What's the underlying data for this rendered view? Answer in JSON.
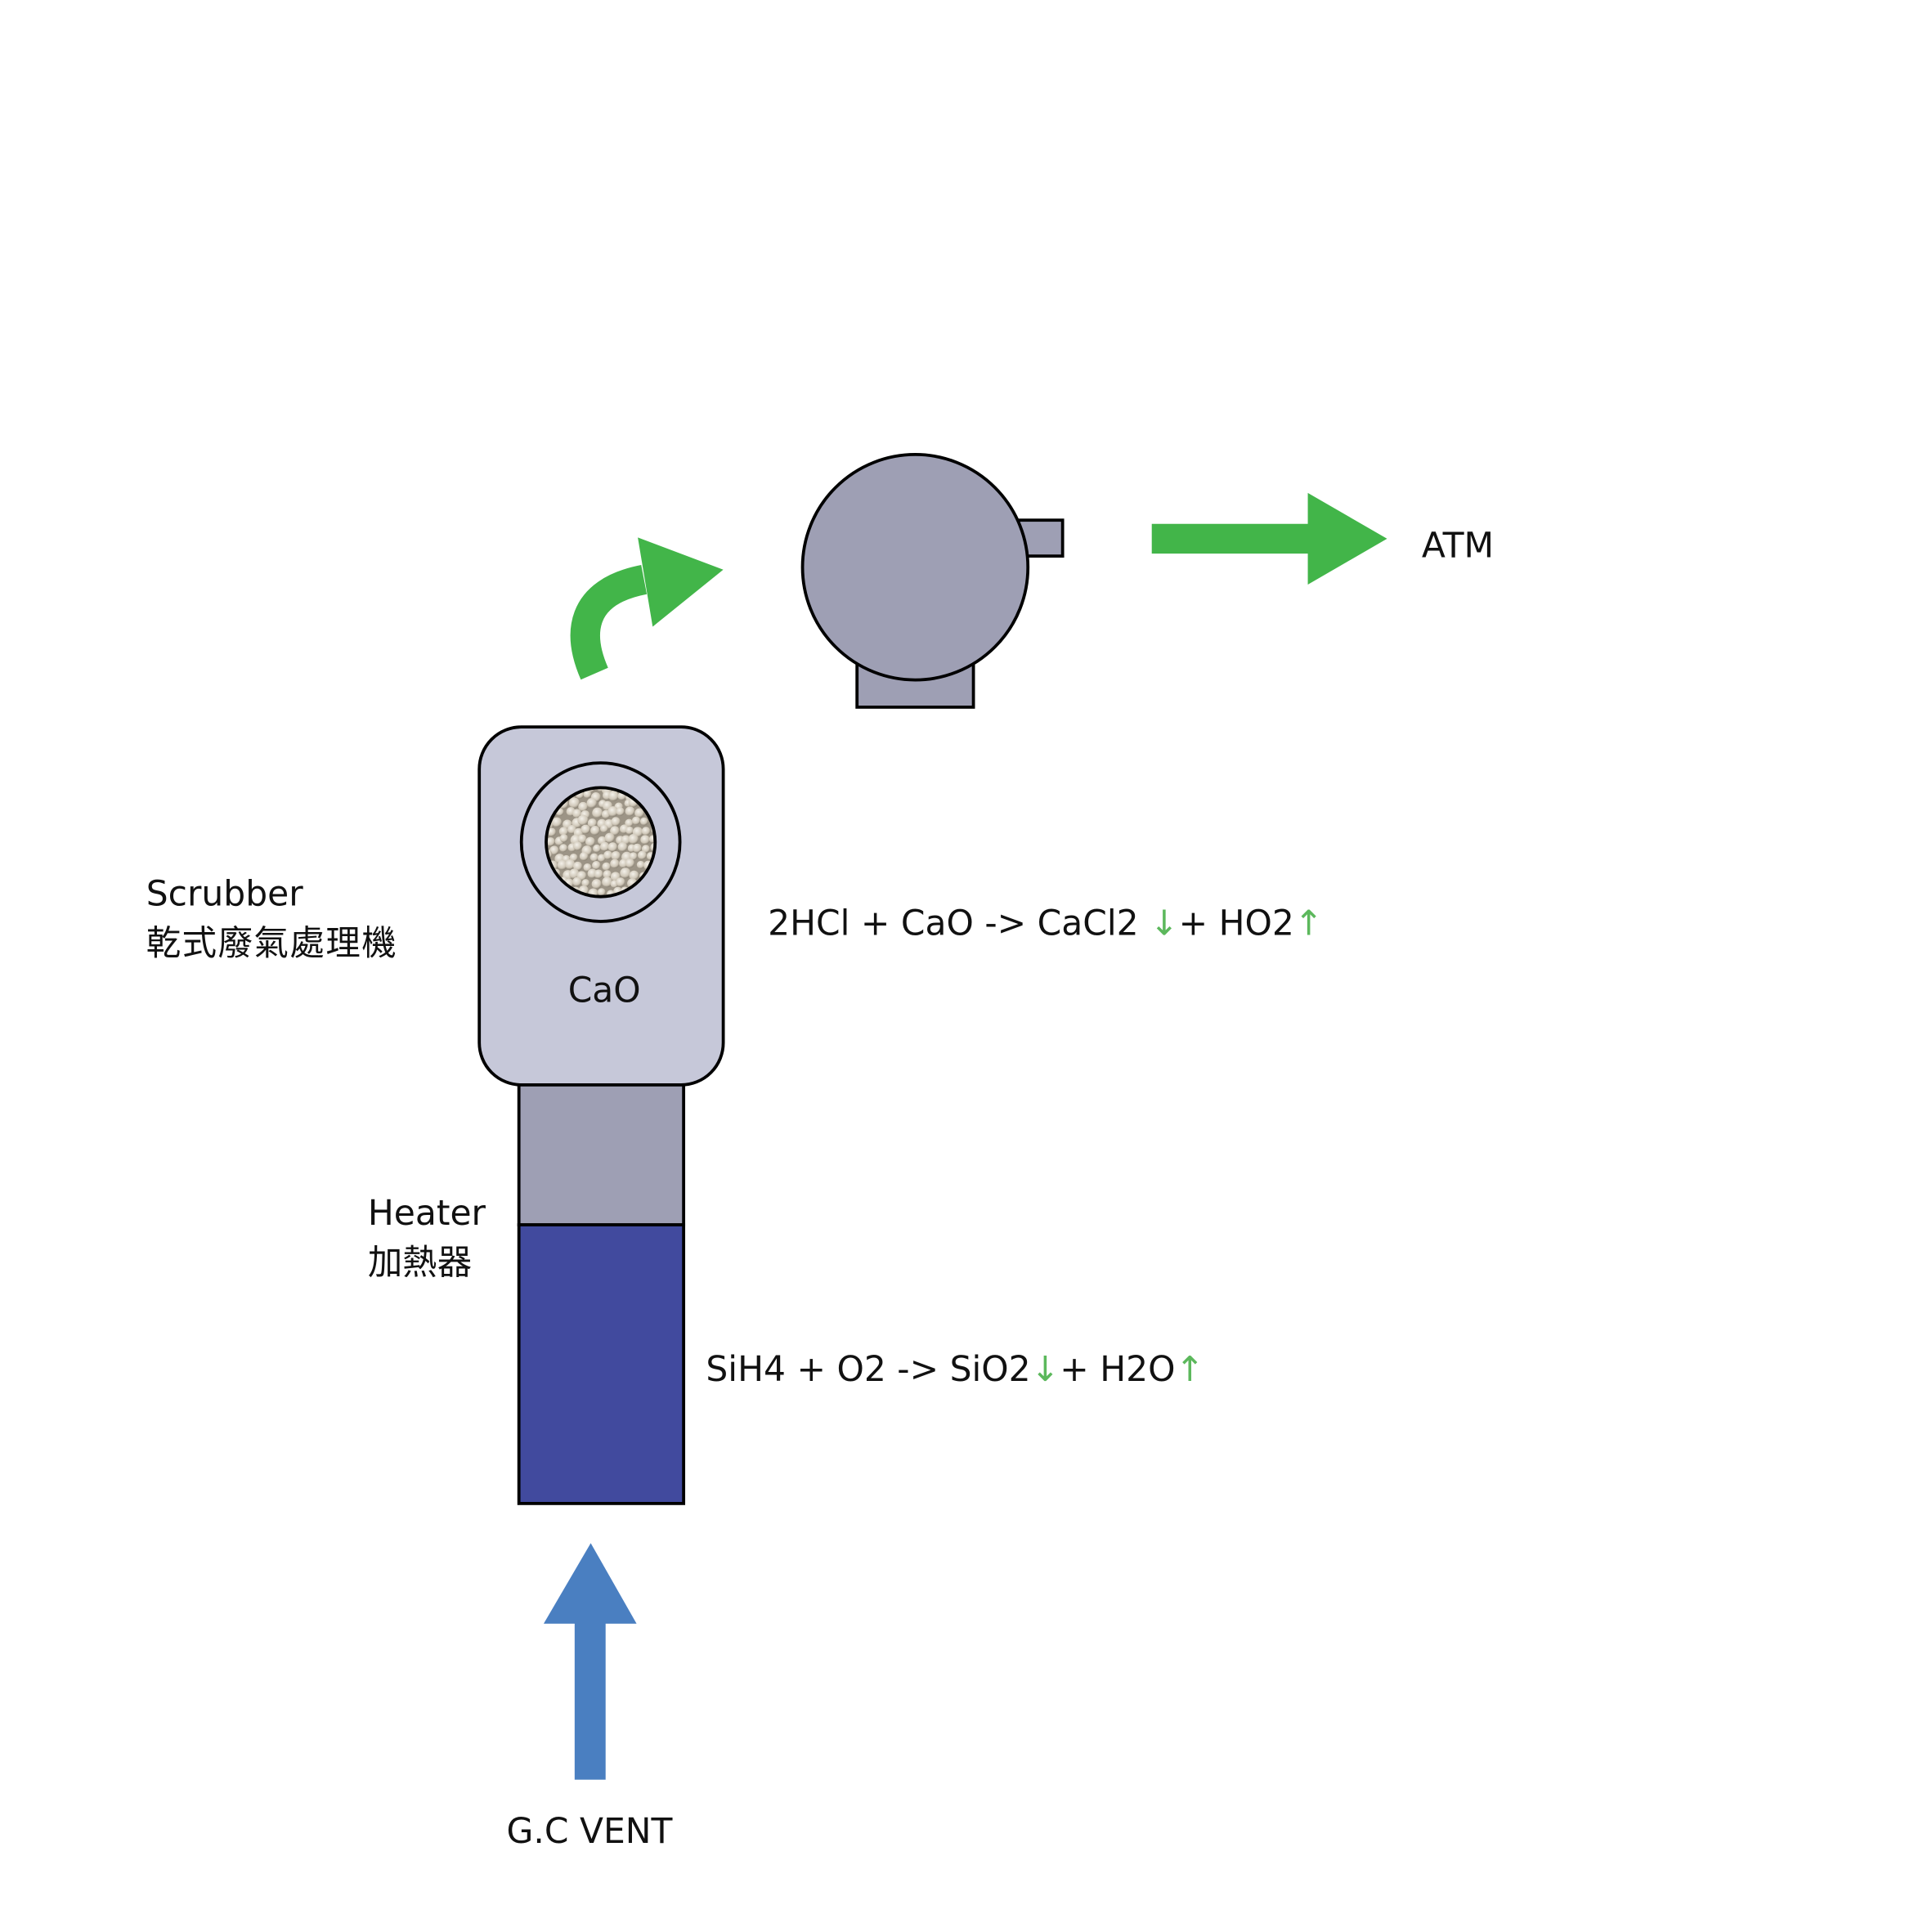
{
  "colors": {
    "flow_green": "#42b549",
    "inlet_blue": "#4a7fc1",
    "pump_gray": "#9e9fb4",
    "scrubber_fill": "#c6c8d9",
    "heater_blue": "#414a9e",
    "equation_arrow_green": "#5cb85c"
  },
  "labels": {
    "atm": "ATM",
    "scrubber_en": "Scrubber",
    "scrubber_zh": "乾式廢氣處理機",
    "cao": "CaO",
    "heater_en": "Heater",
    "heater_zh": "加熱器",
    "gc_vent": "G.C VENT"
  },
  "equations": {
    "scrubber": {
      "part1": "2HCl + CaO -> CaCl2 ",
      "down": "↓",
      "part2": "+ HO2",
      "up": "↑"
    },
    "heater": {
      "part1": "SiH4 + O2 -> SiO2",
      "down": "↓",
      "part2": "+ H2O",
      "up": "↑"
    }
  }
}
